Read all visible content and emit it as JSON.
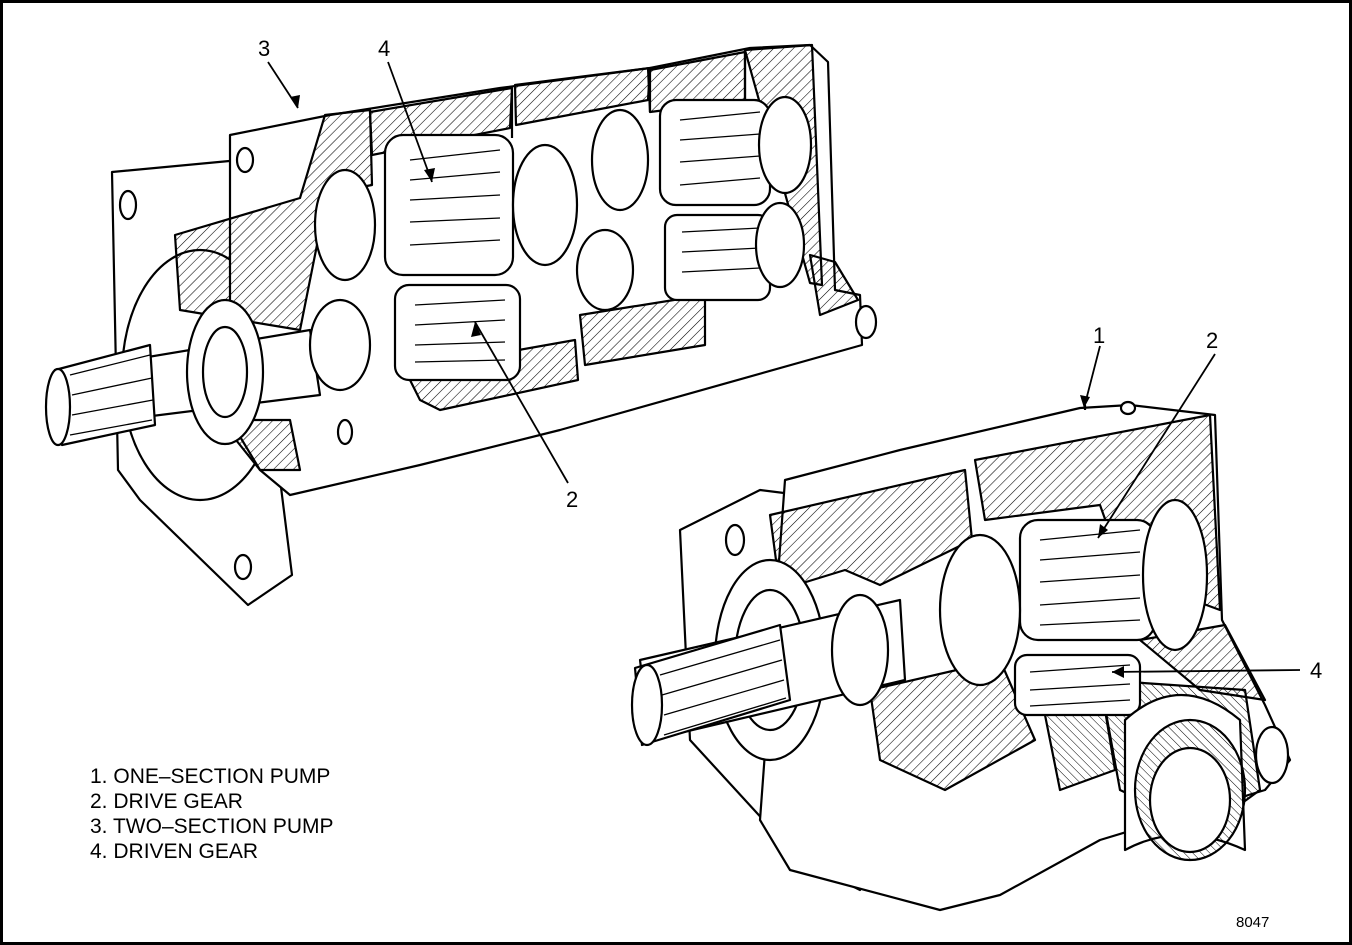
{
  "callouts": [
    "3",
    "4",
    "2",
    "1",
    "2",
    "4"
  ],
  "legend": [
    {
      "number": "1.",
      "text": "ONE–SECTION PUMP"
    },
    {
      "number": "2.",
      "text": "DRIVE GEAR"
    },
    {
      "number": "3.",
      "text": "TWO–SECTION PUMP"
    },
    {
      "number": "4.",
      "text": "DRIVEN GEAR"
    }
  ],
  "figure_number": "8047",
  "colors": {
    "ink": "#000000",
    "paper": "#ffffff"
  }
}
